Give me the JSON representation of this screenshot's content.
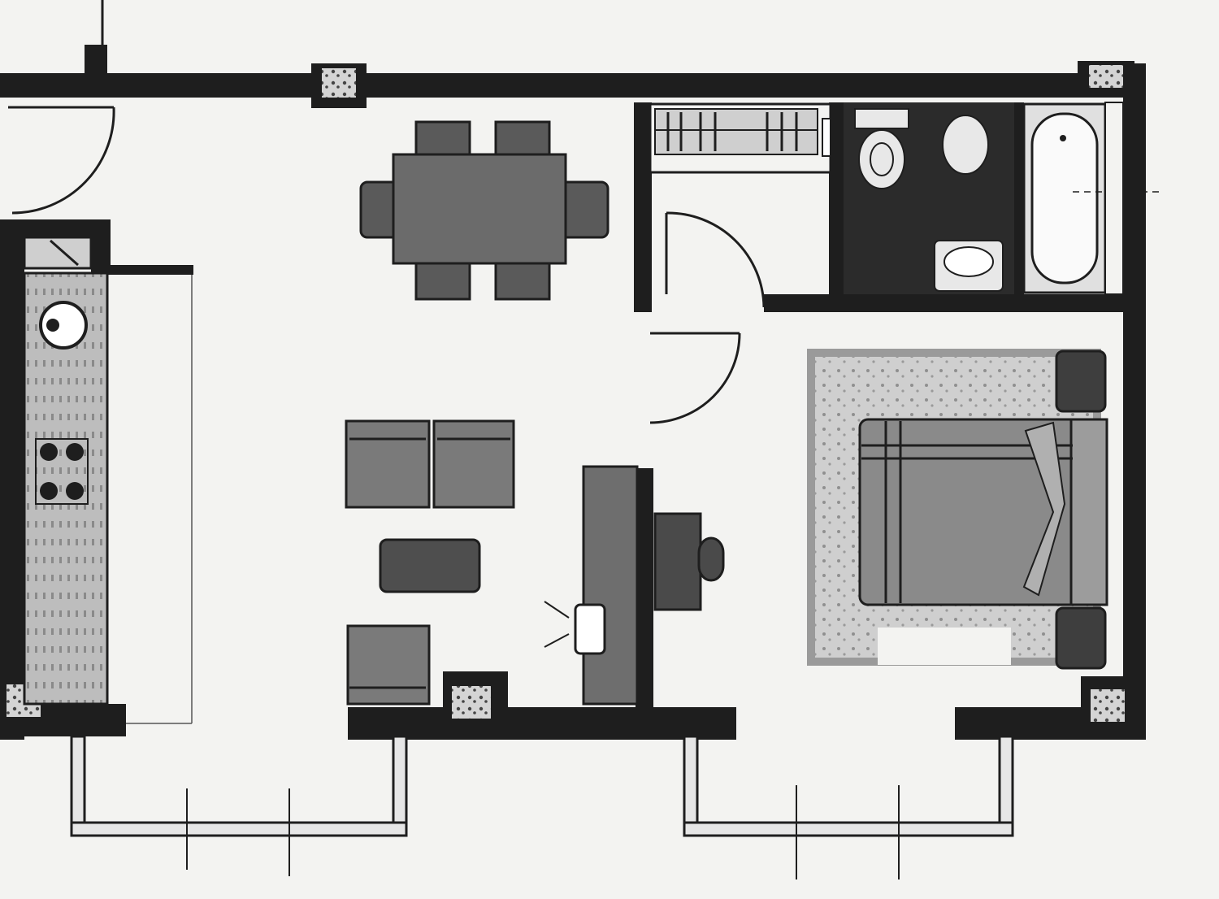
{
  "plan": {
    "colors": {
      "paper": "#f3f3f1",
      "wall": "#1e1e1e",
      "furniture_dark": "#4a4a4a",
      "furniture_mid": "#6b6b6b",
      "furniture_light": "#8c8c8c",
      "tile_floor": "#2b2b2b",
      "counter": "#b5b5b5",
      "rug": "#c9c9c9"
    },
    "rooms": [
      "kitchen",
      "dining-area",
      "living-area",
      "hallway",
      "closet",
      "bathroom",
      "bedroom",
      "balcony-left",
      "balcony-right"
    ],
    "fixtures": {
      "kitchen": [
        "sink",
        "stove",
        "counter"
      ],
      "bathroom": [
        "toilet",
        "bidet",
        "washbasin",
        "bathtub"
      ],
      "dining": [
        "dining-table",
        "dining-chairs"
      ],
      "living": [
        "sofa",
        "armchair",
        "coffee-table",
        "tv-unit",
        "desk-chair",
        "lamp"
      ],
      "bedroom": [
        "double-bed",
        "nightstands",
        "rug"
      ]
    }
  }
}
